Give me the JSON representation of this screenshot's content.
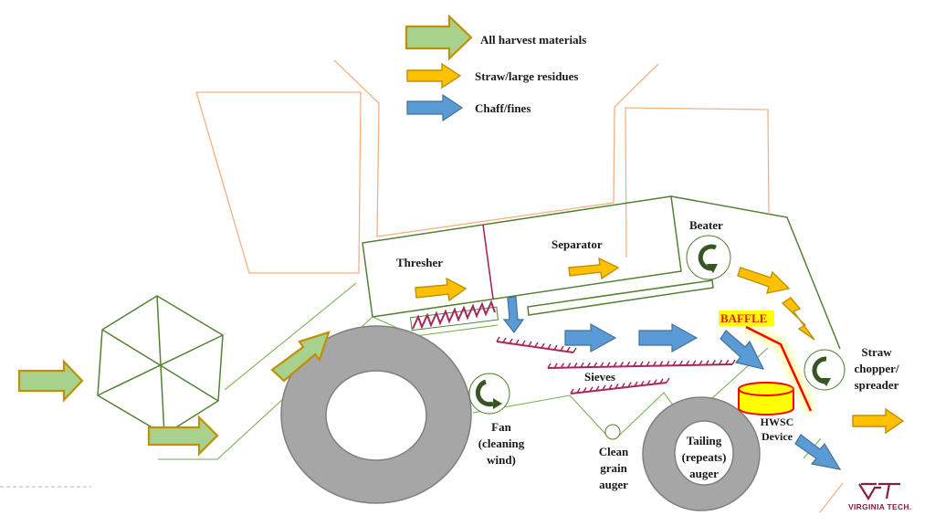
{
  "legend": {
    "items": [
      {
        "label": "All harvest materials",
        "color": "#a9d18e",
        "icon": "green-arrow-icon"
      },
      {
        "label": "Straw/large residues",
        "color": "#ffc000",
        "icon": "orange-arrow-icon"
      },
      {
        "label": "Chaff/fines",
        "color": "#5b9bd5",
        "icon": "blue-arrow-icon"
      }
    ]
  },
  "components": {
    "thresher": "Thresher",
    "separator": "Separator",
    "beater": "Beater",
    "baffle": "BAFFLE",
    "sieves": "Sieves",
    "straw_chopper": [
      "Straw",
      "chopper/",
      "spreader"
    ],
    "fan": [
      "Fan",
      "(cleaning",
      "wind)"
    ],
    "clean_grain_auger": [
      "Clean",
      "grain",
      "auger"
    ],
    "tailing_auger": [
      "Tailing",
      "(repeats)",
      "auger"
    ],
    "hwsc_device": [
      "HWSC",
      "Device"
    ]
  },
  "logo": {
    "mark": "VT",
    "text": "VIRGINIA TECH.",
    "color": "#861f41"
  },
  "colors": {
    "harvest_materials": "#a9d18e",
    "straw": "#ffc000",
    "chaff": "#5b9bd5",
    "frame": "#548235",
    "cab_outline": "#f4b183",
    "sieve": "#a5285a",
    "tire": "#a6a6a6",
    "hwsc_fill": "#ffff00",
    "baffle": "#ff0000"
  }
}
